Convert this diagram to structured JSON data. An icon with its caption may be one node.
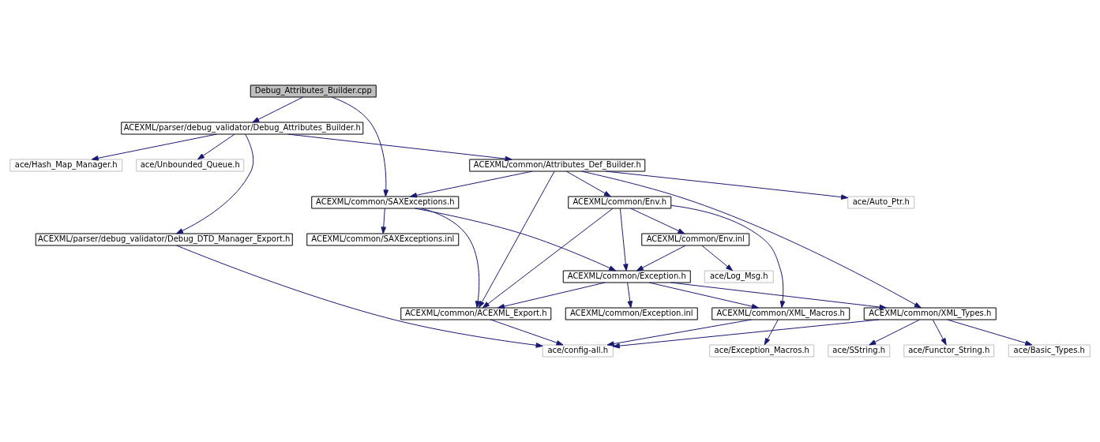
{
  "diagram": {
    "nodes": [
      {
        "text": [
          "Debug_Attributes_Builder.cpp"
        ]
      },
      {
        "text": [
          "ACEXML/parser/debug_validator/Debug_Attributes_Builder.h"
        ]
      },
      {
        "text": [
          "ace/Hash_Map_Manager.h"
        ]
      },
      {
        "text": [
          "ace/Unbounded_Queue.h"
        ]
      },
      {
        "text": [
          "ACEXML/common/Attributes_Def_Builder.h"
        ]
      },
      {
        "text": [
          "ACEXML/common/SAXExceptions.h"
        ]
      },
      {
        "text": [
          "ace/Auto_Ptr.h"
        ]
      },
      {
        "text": [
          "ACEXML/common/Env.h"
        ]
      },
      {
        "text": [
          "ACEXML/parser/debug_validator/Debug_DTD_Manager_Export.h"
        ]
      },
      {
        "text": [
          "ACEXML/common/SAXExceptions.inl"
        ]
      },
      {
        "text": [
          "ACEXML/common/Env.inl"
        ]
      },
      {
        "text": [
          "ACEXML/common/Exception.h"
        ]
      },
      {
        "text": [
          "ace/Log_Msg.h"
        ]
      },
      {
        "text": [
          "ACEXML/common/ACEXML_Export.h"
        ]
      },
      {
        "text": [
          "ACEXML/common/Exception.inl"
        ]
      },
      {
        "text": [
          "ACEXML/common/XML_Macros.h"
        ]
      },
      {
        "text": [
          "ACEXML/common/XML_Types.h"
        ]
      },
      {
        "text": [
          "ace/Exception_Macros.h"
        ]
      },
      {
        "text": [
          "ace/config-all.h"
        ]
      },
      {
        "text": [
          "ace/SString.h"
        ]
      },
      {
        "text": [
          "ace/Functor_String.h"
        ]
      },
      {
        "text": [
          "ace/Basic_Types.h"
        ]
      }
    ],
    "edges": [
      {
        "from": 0,
        "to": 1,
        "arrow": "to"
      },
      {
        "from": 0,
        "to": 5,
        "arrow": "to"
      },
      {
        "from": 1,
        "to": 2,
        "arrow": "to"
      },
      {
        "from": 1,
        "to": 3,
        "arrow": "to"
      },
      {
        "from": 1,
        "to": 4,
        "arrow": "to"
      },
      {
        "from": 1,
        "to": 8,
        "arrow": "to"
      },
      {
        "from": 4,
        "to": 5,
        "arrow": "to"
      },
      {
        "from": 4,
        "to": 6,
        "arrow": "to"
      },
      {
        "from": 4,
        "to": 7,
        "arrow": "to"
      },
      {
        "from": 4,
        "to": 13,
        "arrow": "to"
      },
      {
        "from": 4,
        "to": 16,
        "arrow": "to"
      },
      {
        "from": 5,
        "to": 9,
        "arrow": "to"
      },
      {
        "from": 5,
        "to": 13,
        "arrow": "to"
      },
      {
        "from": 5,
        "to": 11,
        "arrow": "to"
      },
      {
        "from": 7,
        "to": 10,
        "arrow": "to"
      },
      {
        "from": 7,
        "to": 11,
        "arrow": "to"
      },
      {
        "from": 7,
        "to": 13,
        "arrow": "to"
      },
      {
        "from": 7,
        "to": 15,
        "arrow": "to"
      },
      {
        "from": 10,
        "to": 11,
        "arrow": "to"
      },
      {
        "from": 10,
        "to": 12,
        "arrow": "to"
      },
      {
        "from": 11,
        "to": 13,
        "arrow": "to"
      },
      {
        "from": 11,
        "to": 14,
        "arrow": "to"
      },
      {
        "from": 11,
        "to": 15,
        "arrow": "to"
      },
      {
        "from": 11,
        "to": 16,
        "arrow": "to"
      },
      {
        "from": 8,
        "to": 18,
        "arrow": "to"
      },
      {
        "from": 13,
        "to": 18,
        "arrow": "to"
      },
      {
        "from": 15,
        "to": 17,
        "arrow": "to"
      },
      {
        "from": 15,
        "to": 18,
        "arrow": "to"
      },
      {
        "from": 16,
        "to": 18,
        "arrow": "to"
      },
      {
        "from": 16,
        "to": 19,
        "arrow": "to"
      },
      {
        "from": 16,
        "to": 20,
        "arrow": "to"
      },
      {
        "from": 16,
        "to": 21,
        "arrow": "to"
      }
    ]
  }
}
